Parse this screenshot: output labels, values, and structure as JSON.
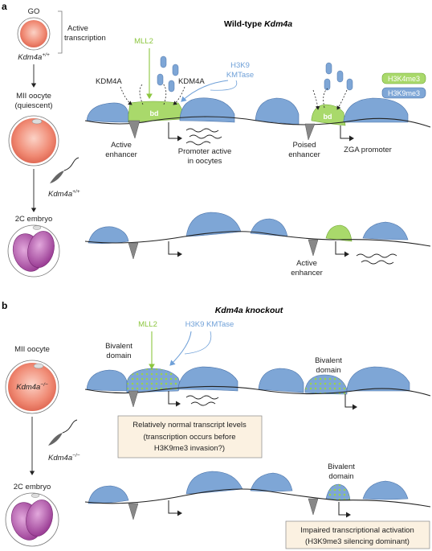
{
  "colors": {
    "nucleosome": "#7ea6d6",
    "nucleosome_stroke": "#4a72a8",
    "h3k4me3": "#a9d96b",
    "h3k4me3_stroke": "#6ea531",
    "oocyte": "#f08a74",
    "embryo": "#b05aa9",
    "mll2": "#8cc63f",
    "kmtase": "#6fa0d8",
    "bivalent_dots": "#9ad14e"
  },
  "panel_a": {
    "label": "a",
    "title_prefix": "Wild-type ",
    "title_gene": "Kdm4a",
    "go_label": "GO",
    "active_transcription_1": "Active",
    "active_transcription_2": "transcription",
    "genotype_gene": "Kdm4a",
    "genotype_sup": "+/+",
    "mii_label_1": "MII oocyte",
    "mii_label_2": "(quiescent)",
    "sperm_gene": "Kdm4a",
    "sperm_sup": "+/+",
    "twoc_label": "2C embryo",
    "mll2": "MLL2",
    "kmtase_1": "H3K9",
    "kmtase_2": "KMTase",
    "kdm4a_left": "KDM4A",
    "kdm4a_right": "KDM4A",
    "bd_1": "bd",
    "bd_2": "bd",
    "legend_k4": "H3K4me3",
    "legend_k9": "H3K9me3",
    "active_enhancer_1": "Active",
    "active_enhancer_2": "enhancer",
    "promoter_active_1": "Promoter active",
    "promoter_active_2": "in oocytes",
    "poised_1": "Poised",
    "poised_2": "enhancer",
    "zga": "ZGA promoter",
    "active_enhancer2_1": "Active",
    "active_enhancer2_2": "enhancer"
  },
  "panel_b": {
    "label": "b",
    "title": "Kdm4a knockout",
    "mll2": "MLL2",
    "kmtase": "H3K9 KMTase",
    "bivalent_left_1": "Bivalent",
    "bivalent_left_2": "domain",
    "bivalent_mid_1": "Bivalent",
    "bivalent_mid_2": "domain",
    "bivalent_low_1": "Bivalent",
    "bivalent_low_2": "domain",
    "mii_label": "MII oocyte",
    "cell_gene": "Kdm4a",
    "cell_sup": "−/−",
    "sperm_gene": "Kdm4a",
    "sperm_sup": "−/−",
    "twoc_label": "2C embryo",
    "box1_1": "Relatively normal transcript levels",
    "box1_2": "(transcription occurs before",
    "box1_3": "H3K9me3 invasion?)",
    "box2_1": "Impaired transcriptional activation",
    "box2_2": "(H3K9me3 silencing dominant)"
  }
}
